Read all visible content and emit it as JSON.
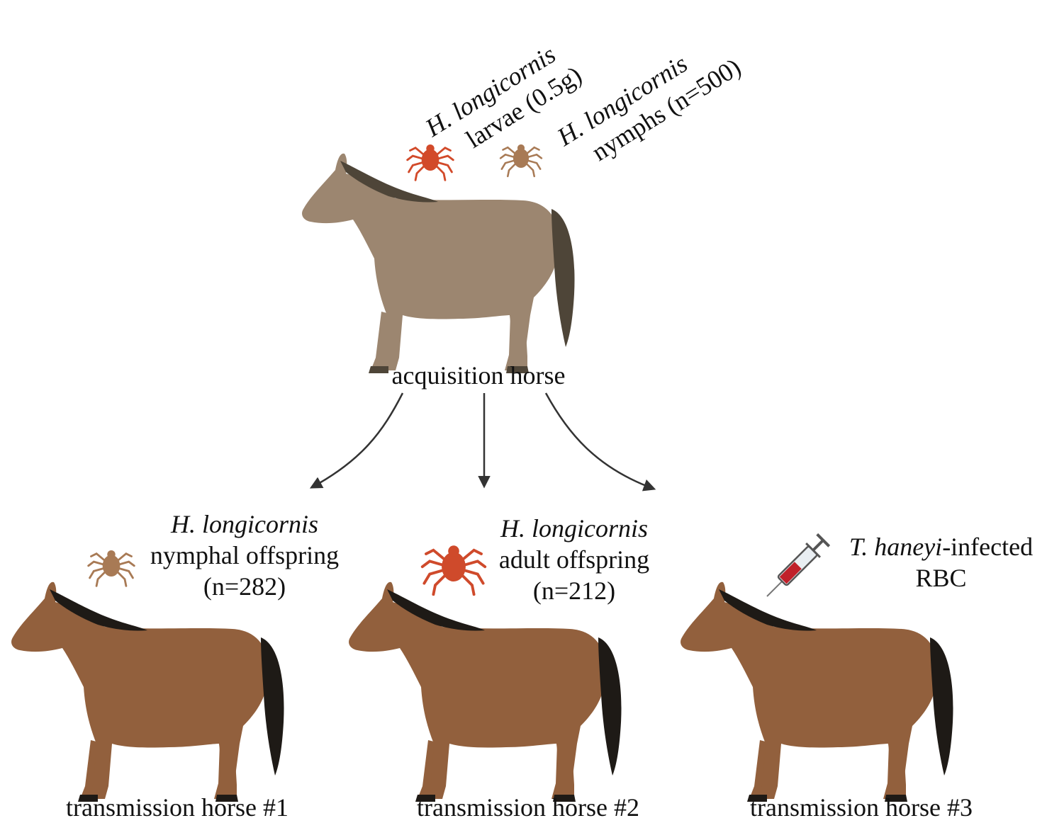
{
  "labels": {
    "acq_larvae_species": "H. longicornis",
    "acq_larvae_desc": "larvae (0.5g)",
    "acq_nymph_species": "H. longicornis",
    "acq_nymph_desc": "nymphs (n=500)",
    "acq_horse": "acquisition horse",
    "t1_species": "H. longicornis",
    "t1_desc": "nymphal offspring",
    "t1_count": "(n=282)",
    "t1_horse": "transmission horse #1",
    "t2_species": "H. longicornis",
    "t2_desc": "adult offspring",
    "t2_count": "(n=212)",
    "t2_horse": "transmission horse #2",
    "t3_species": "T. haneyi",
    "t3_desc": "-infected",
    "t3_rbc": "RBC",
    "t3_horse": "transmission horse #3"
  },
  "colors": {
    "acq_horse_body": "#9c8670",
    "acq_horse_mane": "#4e4538",
    "trans_horse_body": "#92603d",
    "trans_horse_mane": "#1e1a16",
    "larva_tick": "#d24a2a",
    "nymph_tick": "#a87a55",
    "adult_tick": "#cf4a2b",
    "arrow": "#333333"
  },
  "icons": [
    "horse-icon",
    "tick-icon",
    "syringe-icon",
    "arrow-icon"
  ]
}
